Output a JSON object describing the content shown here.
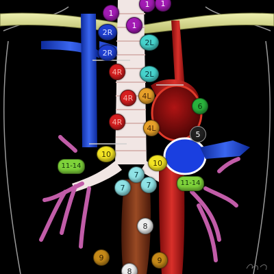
{
  "diagram": {
    "stations": [
      {
        "label": "1",
        "color": "#a21bb4"
      },
      {
        "label": "1",
        "color": "#a21bb4"
      },
      {
        "label": "1",
        "color": "#a21bb4"
      },
      {
        "label": "1",
        "color": "#a21bb4"
      },
      {
        "label": "2R",
        "color": "#1f3fd0"
      },
      {
        "label": "2R",
        "color": "#1f3fd0"
      },
      {
        "label": "2L",
        "color": "#46d3cc"
      },
      {
        "label": "2L",
        "color": "#46d3cc"
      },
      {
        "label": "4R",
        "color": "#d61f20"
      },
      {
        "label": "4R",
        "color": "#d61f20"
      },
      {
        "label": "4R",
        "color": "#d61f20"
      },
      {
        "label": "4L",
        "color": "#e7a12a"
      },
      {
        "label": "4L",
        "color": "#e7a12a"
      },
      {
        "label": "5",
        "color": "#222222"
      },
      {
        "label": "6",
        "color": "#29b23c"
      },
      {
        "label": "10",
        "color": "#f3e324"
      },
      {
        "label": "10",
        "color": "#f3e324"
      },
      {
        "label": "11-14",
        "color": "#7ed23a"
      },
      {
        "label": "11-14",
        "color": "#7ed23a"
      },
      {
        "label": "7",
        "color": "#8fe3e6"
      },
      {
        "label": "7",
        "color": "#8fe3e6"
      },
      {
        "label": "7",
        "color": "#8fe3e6"
      },
      {
        "label": "8",
        "color": "#ededed"
      },
      {
        "label": "8",
        "color": "#ededed"
      },
      {
        "label": "9",
        "color": "#c58918"
      },
      {
        "label": "9",
        "color": "#c58918"
      }
    ]
  }
}
